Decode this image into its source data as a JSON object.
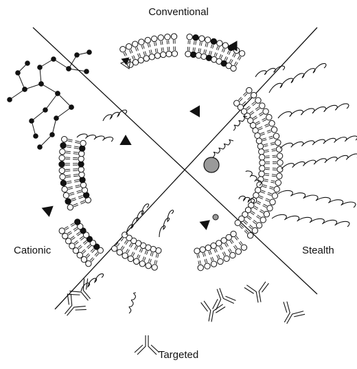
{
  "labels": {
    "conventional": "Conventional",
    "cationic": "Cationic",
    "stealth": "Stealth",
    "targeted": "Targeted"
  },
  "colors": {
    "ink": "#111111",
    "head_fill": "#ffffff",
    "charged_head": "#111111",
    "sphere": "#9a9a9a"
  },
  "icons": {
    "drug": "filled-triangle",
    "protein": "gray-sphere",
    "antibody": "y-shape",
    "peg": "polymer-coil"
  }
}
